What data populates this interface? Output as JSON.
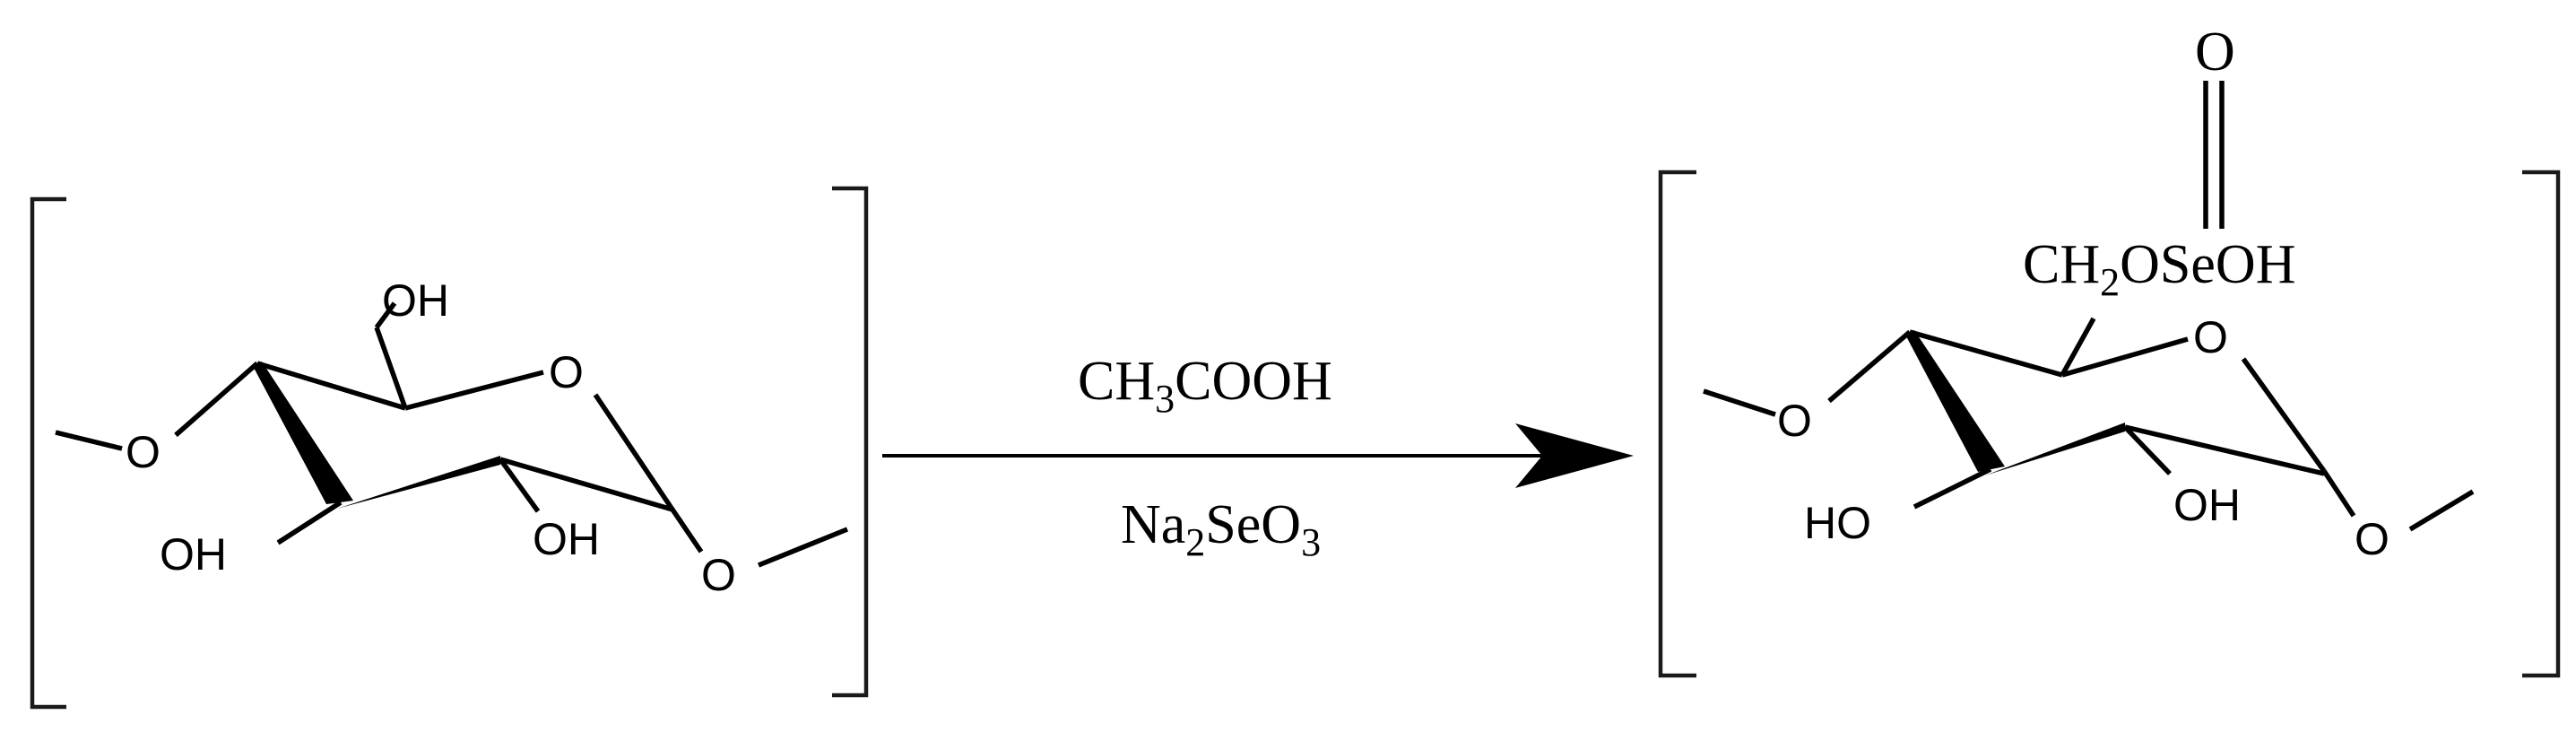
{
  "reactant": {
    "labels": {
      "ch2oh": "OH",
      "ring_o": "O",
      "left_o": "O",
      "oh_c3": "OH",
      "oh_c2": "OH",
      "right_o": "O"
    }
  },
  "reagents": {
    "top": {
      "main": "CH",
      "sub": "3",
      "tail": "COOH"
    },
    "bottom": {
      "main": "Na",
      "sub": "2",
      "mid": "SeO",
      "sub2": "3"
    }
  },
  "product": {
    "labels": {
      "carbonyl_o": "O",
      "substituent_main": "CH",
      "substituent_sub": "2",
      "substituent_tail": "OSeOH",
      "ring_o": "O",
      "left_o": "O",
      "oh_c3": "HO",
      "oh_c2": "OH",
      "right_o": "O"
    }
  },
  "colors": {
    "ink": "#000000",
    "background": "#ffffff"
  }
}
